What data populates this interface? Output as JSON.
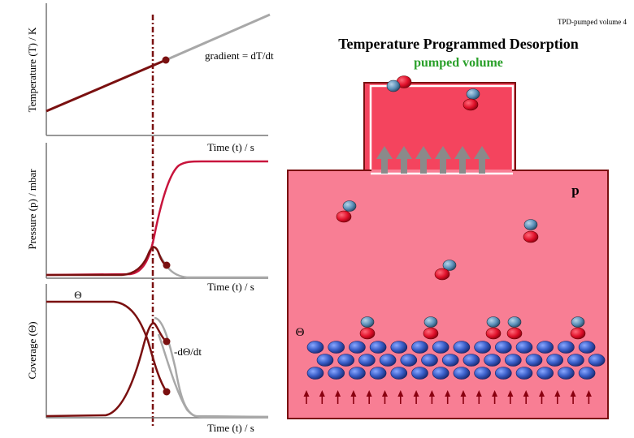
{
  "slide_label": "TPD-pumped volume 4",
  "title": "Temperature Programmed Desorption",
  "subtitle": "pumped volume",
  "pressure_symbol": "p",
  "coverage_symbol": "Θ",
  "colors": {
    "curve_dark": "#7a1010",
    "curve_red": "#c8143c",
    "curve_grey": "#a8a8a8",
    "chamber": "#f87e94",
    "pump_volume": "#f4445e",
    "adatom": "#e0102a",
    "molecule_top": "#5a8fb8",
    "substrate": "#3a5ec8",
    "arrow_grey": "#8a8a8a"
  },
  "panels": {
    "temperature": {
      "ylabel": "Temperature (T) / K",
      "xlabel": "Time (t) / s",
      "annotation": "gradient = dT/dt"
    },
    "pressure": {
      "ylabel": "Pressure (p) / mbar",
      "xlabel": "Time (t) / s"
    },
    "coverage": {
      "ylabel": "Coverage (Θ)",
      "xlabel": "Time (t) / s",
      "theta_label": "Θ",
      "rate_label": "-dΘ/dt"
    }
  }
}
